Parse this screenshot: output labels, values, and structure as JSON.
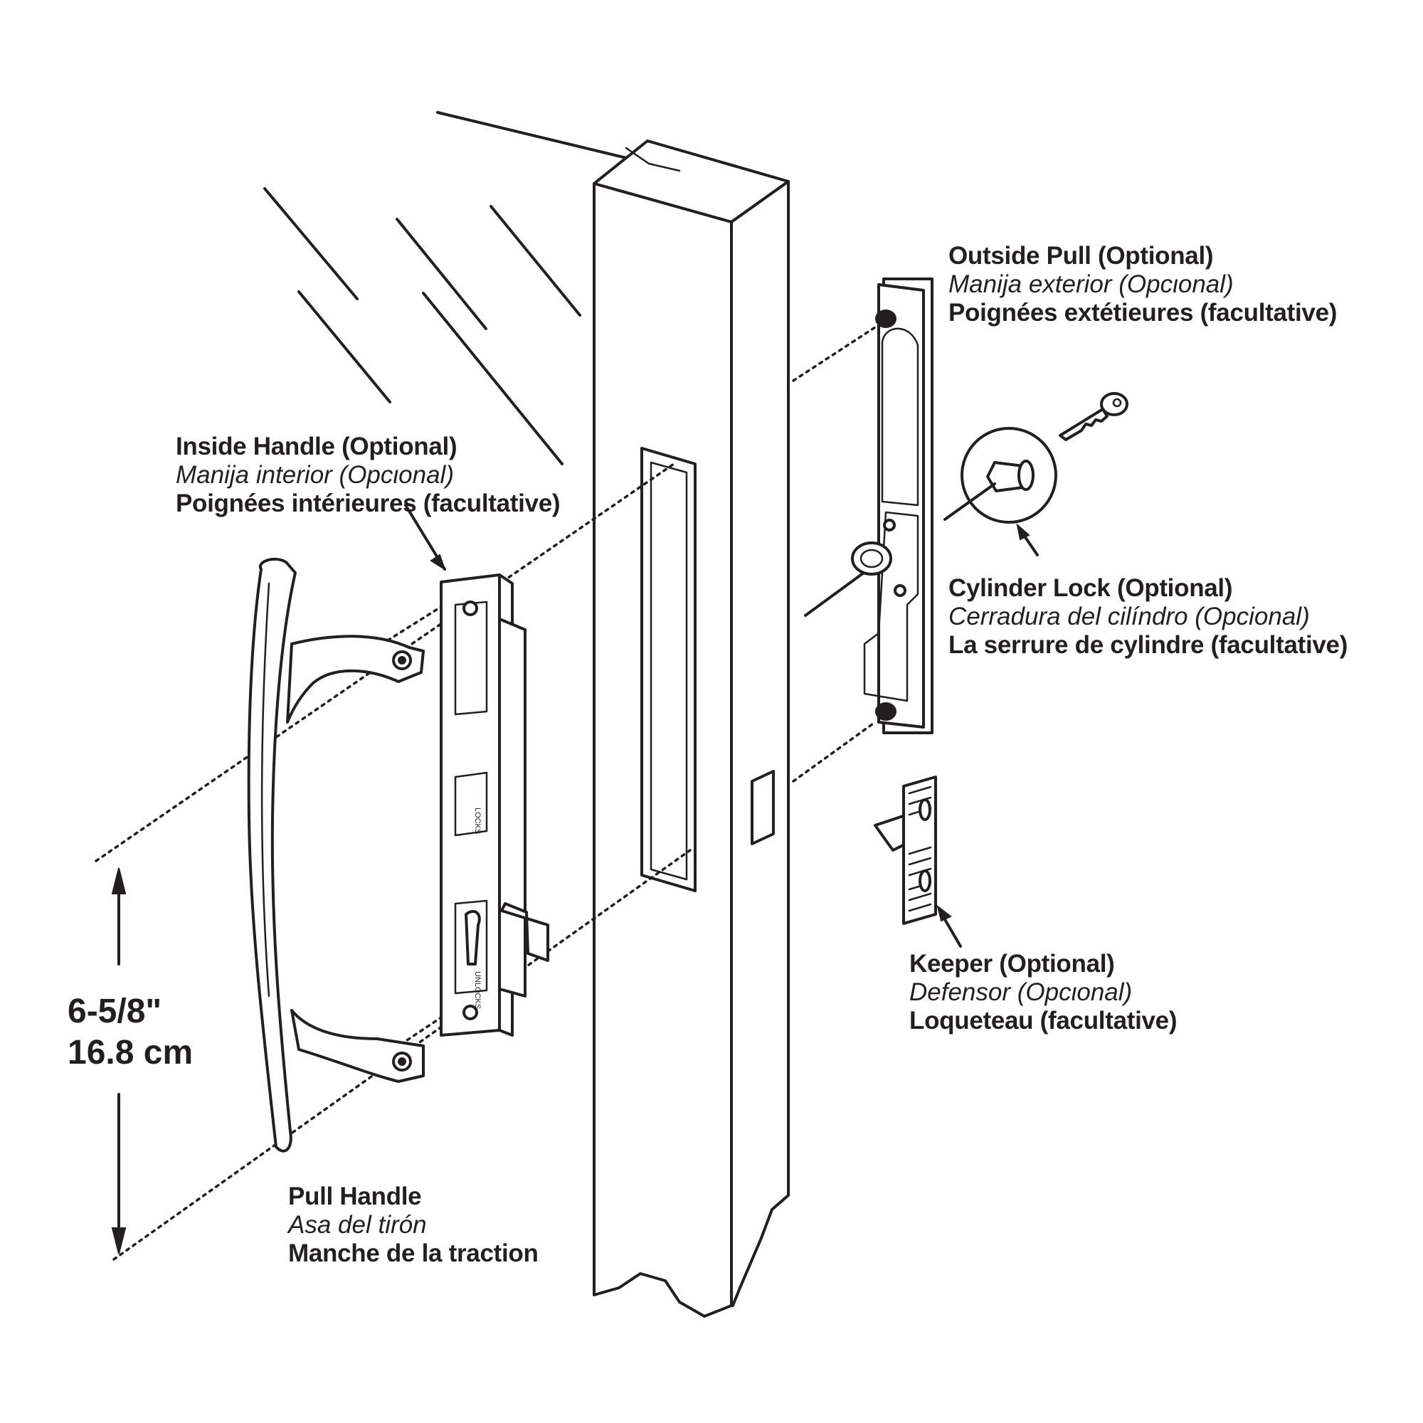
{
  "labels": {
    "outside_pull": {
      "en": "Outside Pull (Optional)",
      "es": "Manija exterior (Opcιonal)",
      "fr": "Poignées extétieures (facultative)"
    },
    "inside_handle": {
      "en": "Inside Handle (Optional)",
      "es": "Manija interior (Opcιonal)",
      "fr": "Poignées intérieures (facultative)"
    },
    "cylinder_lock": {
      "en": "Cylinder Lock (Optional)",
      "es": "Cerradura del cilíndro (Opcional)",
      "fr": "La serrure de cylindre (facultative)"
    },
    "keeper": {
      "en": "Keeper (Optional)",
      "es": "Defensor (Opcιonal)",
      "fr": "Loqueteau (facultative)"
    },
    "pull_handle": {
      "en": "Pull Handle",
      "es": "Asa del tirón",
      "fr": "Manche de la traction"
    }
  },
  "dimension": {
    "imperial": "6-5/8\"",
    "metric": "16.8 cm"
  },
  "part_markings": {
    "lock_upper": "LOCKS",
    "lock_lower": "UNLOCKS"
  }
}
